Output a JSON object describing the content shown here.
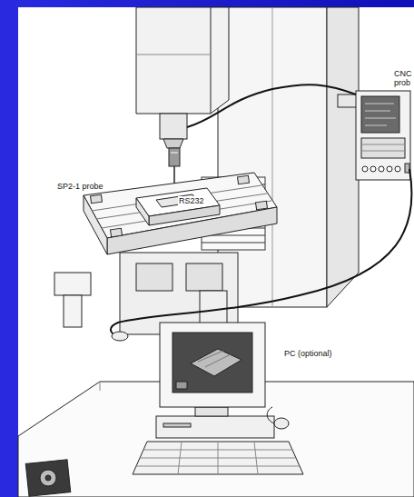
{
  "diagram": {
    "labels": [
      "SP2-1 probe",
      "RS232",
      "CNC prob",
      "PC (optional)"
    ]
  }
}
